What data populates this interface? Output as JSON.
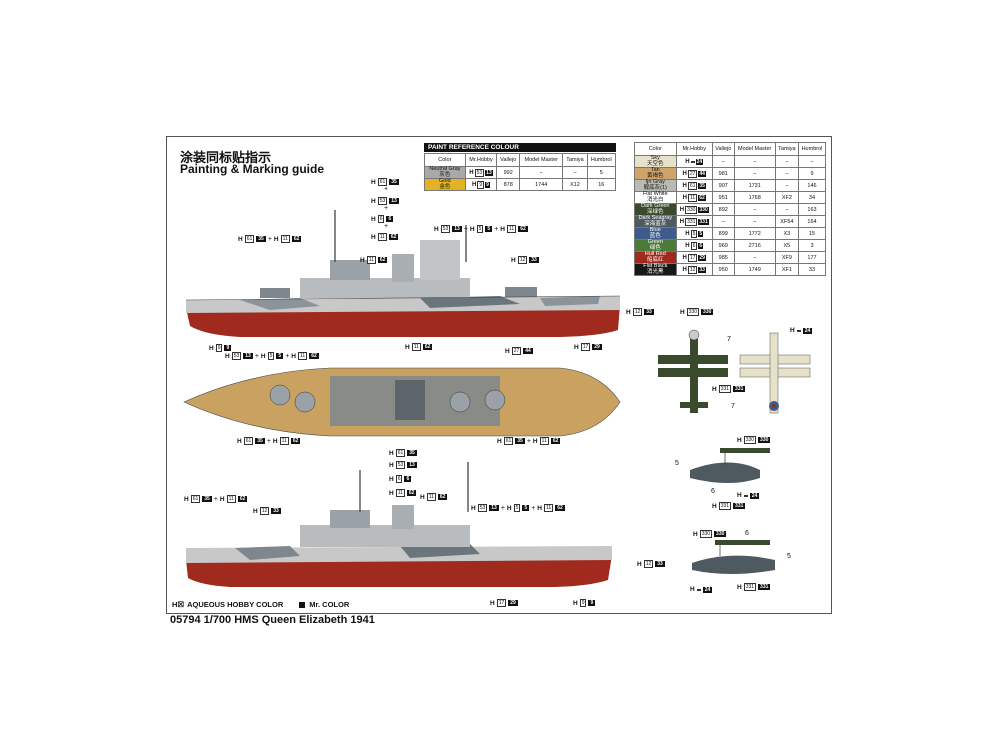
{
  "header": {
    "title_cn": "涂装同标贴指示",
    "title_en": "Painting & Marking guide"
  },
  "table_left": {
    "title": "PAINT REFERENCE COLOUR",
    "columns": [
      "Color",
      "Mr.Hobby",
      "Vallejo",
      "Model Master",
      "Tamiya",
      "Humbrol"
    ],
    "rows": [
      {
        "en": "Neutral Gray",
        "cn": "灰色",
        "swatch": "#a9a9a9",
        "h": "53",
        "m": "13",
        "vallejo": "992",
        "mm": "–",
        "tamiya": "–",
        "humbrol": "5"
      },
      {
        "en": "Gold",
        "cn": "金色",
        "swatch": "#e3b325",
        "h": "9",
        "m": "9",
        "vallejo": "878",
        "mm": "1744",
        "tamiya": "X12",
        "humbrol": "16"
      }
    ]
  },
  "table_right": {
    "columns": [
      "Color",
      "Mr.Hobby",
      "Vallejo",
      "Model Master",
      "Tamiya",
      "Humbrol"
    ],
    "rows": [
      {
        "en": "Sky",
        "cn": "天空色",
        "swatch": "#e6e2c9",
        "h": "",
        "m": "24",
        "vallejo": "–",
        "mm": "–",
        "tamiya": "–",
        "humbrol": "–"
      },
      {
        "en": "Tan",
        "cn": "黄褐色",
        "swatch": "#cfa46a",
        "h": "27",
        "m": "44",
        "vallejo": "981",
        "mm": "–",
        "tamiya": "–",
        "humbrol": "9"
      },
      {
        "en": "Ijn Gray",
        "cn": "舰底灰(1)",
        "swatch": "#b9bab3",
        "h": "61",
        "m": "35",
        "vallejo": "907",
        "mm": "1731",
        "tamiya": "–",
        "humbrol": "146"
      },
      {
        "en": "Flat White",
        "cn": "消光白",
        "swatch": "#ffffff",
        "h": "11",
        "m": "62",
        "vallejo": "951",
        "mm": "1768",
        "tamiya": "XF2",
        "humbrol": "34"
      },
      {
        "en": "Dark Green",
        "cn": "深绿色",
        "swatch": "#3a4a2c",
        "h": "330",
        "m": "330",
        "vallejo": "892",
        "mm": "–",
        "tamiya": "–",
        "humbrol": "163"
      },
      {
        "en": "Dark Seagray",
        "cn": "深海蓝灰",
        "swatch": "#4f5a60",
        "h": "331",
        "m": "331",
        "vallejo": "–",
        "mm": "–",
        "tamiya": "XF54",
        "humbrol": "164"
      },
      {
        "en": "Blue",
        "cn": "蓝色",
        "swatch": "#3e5b8c",
        "h": "5",
        "m": "5",
        "vallejo": "899",
        "mm": "1772",
        "tamiya": "X3",
        "humbrol": "15"
      },
      {
        "en": "Green",
        "cn": "绿色",
        "swatch": "#4c7a3a",
        "h": "6",
        "m": "6",
        "vallejo": "969",
        "mm": "2716",
        "tamiya": "X5",
        "humbrol": "3"
      },
      {
        "en": "Hull Red",
        "cn": "船底红",
        "swatch": "#a02a1e",
        "h": "17",
        "m": "29",
        "vallejo": "985",
        "mm": "–",
        "tamiya": "XF9",
        "humbrol": "177"
      },
      {
        "en": "Flat Black",
        "cn": "消光黑",
        "swatch": "#181818",
        "h": "12",
        "m": "33",
        "vallejo": "950",
        "mm": "1749",
        "tamiya": "XF1",
        "humbrol": "33"
      }
    ]
  },
  "legend": {
    "aqueous": "AQUEOUS HOBBY COLOR",
    "mr": "Mr. COLOR"
  },
  "footer": "05794 1/700 HMS Queen Elizabeth 1941",
  "callouts": {
    "c1": {
      "a": "61",
      "b": "35"
    },
    "c2": {
      "a": "53",
      "b": "13"
    },
    "c3": {
      "a": "6",
      "b": "6"
    },
    "c4": {
      "a": "11",
      "b": "62"
    },
    "c5a": {
      "a": "61",
      "b": "35"
    },
    "c5b": {
      "a": "11",
      "b": "62"
    },
    "c6": {
      "a": "11",
      "b": "62"
    },
    "c7a": {
      "a": "53",
      "b": "13"
    },
    "c7b": {
      "a": "5",
      "b": "5"
    },
    "c7c": {
      "a": "11",
      "b": "62"
    },
    "c8": {
      "a": "12",
      "b": "33"
    },
    "c9": {
      "a": "12",
      "b": "33"
    },
    "c10": {
      "a": "9",
      "b": "9"
    },
    "c11a": {
      "a": "53",
      "b": "13"
    },
    "c11b": {
      "a": "5",
      "b": "5"
    },
    "c11c": {
      "a": "11",
      "b": "62"
    },
    "c12": {
      "a": "11",
      "b": "62"
    },
    "c13": {
      "a": "27",
      "b": "44"
    },
    "c14": {
      "a": "17",
      "b": "29"
    },
    "c15a": {
      "a": "61",
      "b": "35"
    },
    "c15b": {
      "a": "11",
      "b": "62"
    },
    "c16a": {
      "a": "61",
      "b": "35"
    },
    "c16b": {
      "a": "11",
      "b": "62"
    },
    "c17": {
      "a": "61",
      "b": "35"
    },
    "c18": {
      "a": "53",
      "b": "13"
    },
    "c19": {
      "a": "6",
      "b": "6"
    },
    "c20": {
      "a": "11",
      "b": "62"
    },
    "c21a": {
      "a": "61",
      "b": "35"
    },
    "c21b": {
      "a": "11",
      "b": "62"
    },
    "c22": {
      "a": "12",
      "b": "33"
    },
    "c23": {
      "a": "11",
      "b": "62"
    },
    "c24a": {
      "a": "53",
      "b": "13"
    },
    "c24b": {
      "a": "5",
      "b": "5"
    },
    "c24c": {
      "a": "11",
      "b": "62"
    },
    "c25": {
      "a": "12",
      "b": "33"
    },
    "c26": {
      "a": "17",
      "b": "29"
    },
    "c27": {
      "a": "9",
      "b": "9"
    },
    "p1": {
      "a": "330",
      "b": "330"
    },
    "p2": {
      "a": "",
      "b": "24"
    },
    "p3": {
      "a": "331",
      "b": "331"
    },
    "p4": {
      "a": "330",
      "b": "330"
    },
    "p5": {
      "a": "",
      "b": "24"
    },
    "p6": {
      "a": "331",
      "b": "331"
    },
    "p7": {
      "a": "330",
      "b": "330"
    },
    "p8": {
      "a": "",
      "b": "24"
    },
    "p9": {
      "a": "331",
      "b": "331"
    }
  },
  "numbers": {
    "n7": "7",
    "n5": "5",
    "n6": "6"
  }
}
